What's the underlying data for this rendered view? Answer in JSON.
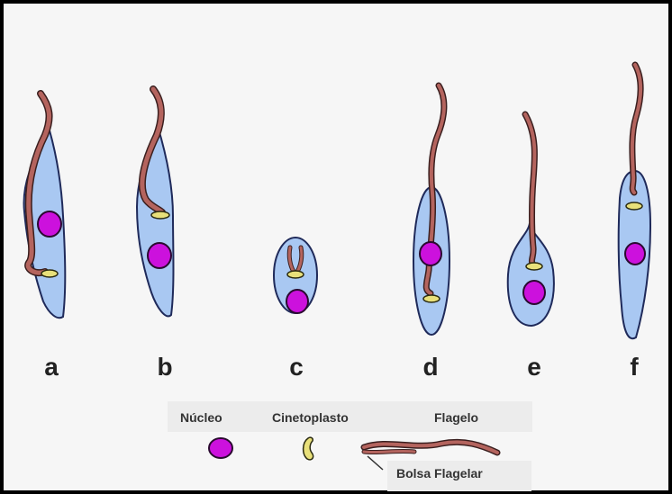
{
  "stages": [
    "a",
    "b",
    "c",
    "d",
    "e",
    "f"
  ],
  "legend": {
    "nucleus": "Núcleo",
    "kinetoplast": "Cinetoplasto",
    "flagellum": "Flagelo",
    "flagellar_pocket": "Bolsa Flagelar"
  },
  "colors": {
    "cell_body": "#a9c8f2",
    "nucleus": "#cc11dd",
    "kinetoplast": "#e8e07a",
    "flagellum": "#b4645e"
  }
}
